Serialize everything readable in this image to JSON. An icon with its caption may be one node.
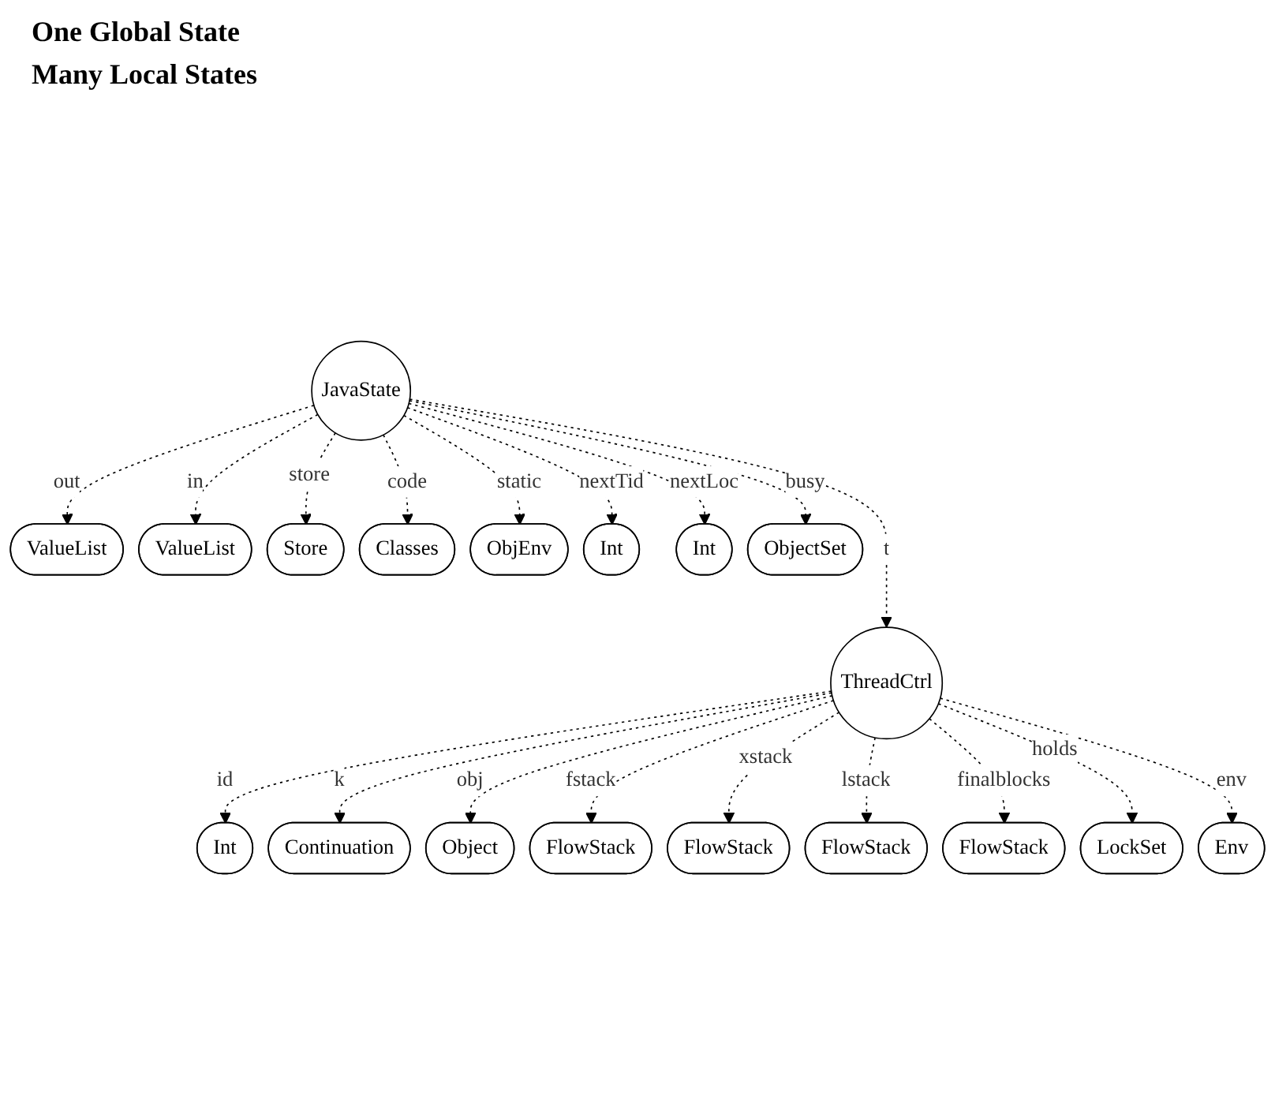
{
  "diagram": {
    "nodes": [
      {
        "text": [
          "JavaState"
        ]
      },
      {
        "text": [
          "ValueList"
        ]
      },
      {
        "text": [
          "ValueList"
        ]
      },
      {
        "text": [
          "Store"
        ]
      },
      {
        "text": [
          "Classes"
        ]
      },
      {
        "text": [
          "ObjEnv"
        ]
      },
      {
        "text": [
          "Int"
        ]
      },
      {
        "text": [
          "Int"
        ]
      },
      {
        "text": [
          "ObjectSet"
        ]
      },
      {
        "text": [
          "ThreadCtrl"
        ]
      },
      {
        "text": [
          "Int"
        ]
      },
      {
        "text": [
          "Continuation"
        ]
      },
      {
        "text": [
          "Object"
        ]
      },
      {
        "text": [
          "FlowStack"
        ]
      },
      {
        "text": [
          "FlowStack"
        ]
      },
      {
        "text": [
          "FlowStack"
        ]
      },
      {
        "text": [
          "FlowStack"
        ]
      },
      {
        "text": [
          "LockSet"
        ]
      },
      {
        "text": [
          "Env"
        ]
      }
    ],
    "edges": [
      {
        "from": 0,
        "to": 1,
        "arrow": "to",
        "label": "out",
        "style": "dashed"
      },
      {
        "from": 0,
        "to": 2,
        "arrow": "to",
        "label": "in",
        "style": "dashed"
      },
      {
        "from": 0,
        "to": 9,
        "arrow": "to",
        "label": "t",
        "style": "dashed"
      },
      {
        "from": 0,
        "to": 3,
        "arrow": "to",
        "label": "store",
        "style": "dashed"
      },
      {
        "from": 0,
        "to": 4,
        "arrow": "to",
        "label": "code",
        "style": "dashed"
      },
      {
        "from": 0,
        "to": 5,
        "arrow": "to",
        "label": "static",
        "style": "dashed"
      },
      {
        "from": 0,
        "to": 8,
        "arrow": "to",
        "label": "busy",
        "style": "dashed"
      },
      {
        "from": 0,
        "to": 6,
        "arrow": "to",
        "label": "nextTid",
        "style": "dashed"
      },
      {
        "from": 0,
        "to": 7,
        "arrow": "to",
        "label": "nextLoc",
        "style": "dashed"
      },
      {
        "from": 9,
        "to": 10,
        "arrow": "to",
        "label": "id",
        "style": "dashed"
      },
      {
        "from": 9,
        "to": 11,
        "arrow": "to",
        "label": "k",
        "style": "dashed"
      },
      {
        "from": 9,
        "to": 12,
        "arrow": "to",
        "label": "obj",
        "style": "dashed"
      },
      {
        "from": 9,
        "to": 13,
        "arrow": "to",
        "label": "fstack",
        "style": "dashed"
      },
      {
        "from": 9,
        "to": 14,
        "arrow": "to",
        "label": "xstack",
        "style": "dashed"
      },
      {
        "from": 9,
        "to": 15,
        "arrow": "to",
        "label": "lstack",
        "style": "dashed"
      },
      {
        "from": 9,
        "to": 16,
        "arrow": "to",
        "label": "finalblocks",
        "style": "dashed"
      },
      {
        "from": 9,
        "to": 17,
        "arrow": "to",
        "label": "holds",
        "style": "dashed"
      },
      {
        "from": 9,
        "to": 18,
        "arrow": "to",
        "label": "env",
        "style": "dashed"
      }
    ],
    "labels": [
      "One Global State",
      "Many Local States"
    ]
  }
}
